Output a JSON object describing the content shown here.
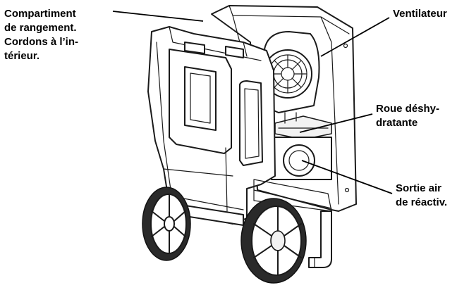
{
  "labels": {
    "storage": [
      "Compartiment",
      "de rangement.",
      "Cordons à l’in-",
      "térieur."
    ],
    "fan": [
      "Ventilateur"
    ],
    "wheel": [
      "Roue déshy-",
      "dratante"
    ],
    "outlet": [
      "Sortie air",
      "de réactiv."
    ]
  }
}
